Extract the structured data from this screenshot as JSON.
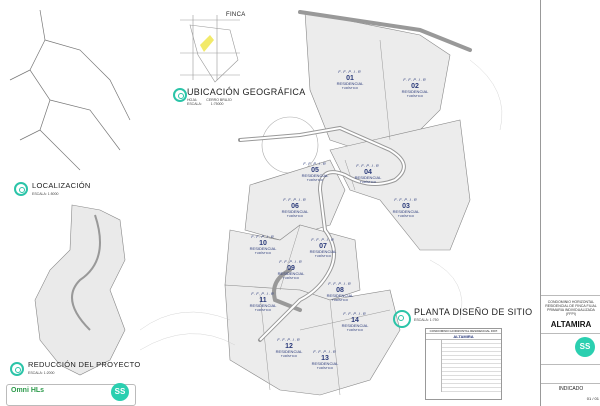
{
  "geo": {
    "finca_label": "FINCA",
    "title": "UBICACIÓN GEOGRÁFICA",
    "rows": [
      [
        "HOJA:",
        "CERRO BRUJO"
      ],
      [
        "ESCALA:",
        "1:75000"
      ]
    ]
  },
  "localizacion": {
    "title": "LOCALIZACIÓN",
    "scale_label": "ESCALA:",
    "scale": "1:5000"
  },
  "reduccion": {
    "title": "REDUCCIÓN DEL PROYECTO",
    "scale_label": "ESCALA:",
    "scale": "1:2000"
  },
  "planta": {
    "title": "PLANTA DISEÑO DE SITIO",
    "scale_label": "ESCALA:",
    "scale": "1:750"
  },
  "table": {
    "header": "CONDOMINIO HORIZONTAL RESIDENCIAL FFPI",
    "title": "ALTAMIRA"
  },
  "lots": [
    {
      "num": "01",
      "code": "F.F.P.I.R",
      "use": "RESIDENCIAL",
      "sub": "TURÍSTICO"
    },
    {
      "num": "02",
      "code": "F.F.P.I.R",
      "use": "RESIDENCIAL",
      "sub": "TURÍSTICO"
    },
    {
      "num": "03",
      "code": "F.F.P.I.R",
      "use": "RESIDENCIAL",
      "sub": "TURÍSTICO"
    },
    {
      "num": "04",
      "code": "F.F.P.I.R",
      "use": "RESIDENCIAL",
      "sub": "TURÍSTICO"
    },
    {
      "num": "05",
      "code": "F.F.P.I.R",
      "use": "RESIDENCIAL",
      "sub": "TURÍSTICO"
    },
    {
      "num": "06",
      "code": "F.F.P.I.R",
      "use": "RESIDENCIAL",
      "sub": "TURÍSTICO"
    },
    {
      "num": "07",
      "code": "F.F.P.I.R",
      "use": "RESIDENCIAL",
      "sub": "TURÍSTICO"
    },
    {
      "num": "08",
      "code": "F.F.P.I.R",
      "use": "RESIDENCIAL",
      "sub": "TURÍSTICO"
    },
    {
      "num": "09",
      "code": "F.F.P.I.R",
      "use": "RESIDENCIAL",
      "sub": "TURÍSTICO"
    },
    {
      "num": "10",
      "code": "F.F.P.I.R",
      "use": "RESIDENCIAL",
      "sub": "TURÍSTICO"
    },
    {
      "num": "11",
      "code": "F.F.P.I.R",
      "use": "RESIDENCIAL",
      "sub": "TURÍSTICO"
    },
    {
      "num": "12",
      "code": "F.F.P.I.R",
      "use": "RESIDENCIAL",
      "sub": "TURÍSTICO"
    },
    {
      "num": "13",
      "code": "F.F.P.I.R",
      "use": "RESIDENCIAL",
      "sub": "TURÍSTICO"
    },
    {
      "num": "14",
      "code": "F.F.P.I.R",
      "use": "RESIDENCIAL",
      "sub": "TURÍSTICO"
    }
  ],
  "title_block": {
    "project_desc": "CONDOMINIO HORIZONTAL RESIDENCIAL DE FINCA FILIAL PRIMARIA INDIVIDUALIZADA (FFPI)",
    "project_name": "ALTAMIRA",
    "scale": "INDICADO",
    "sheet": "01 / 01"
  },
  "logos": {
    "omni": "Omni HLs",
    "ss": "SS"
  },
  "colors": {
    "accent": "#2bcfb0",
    "lot_label": "#2a3a7a",
    "lot_fill": "#ececec",
    "highlight": "#f2ea6a"
  }
}
